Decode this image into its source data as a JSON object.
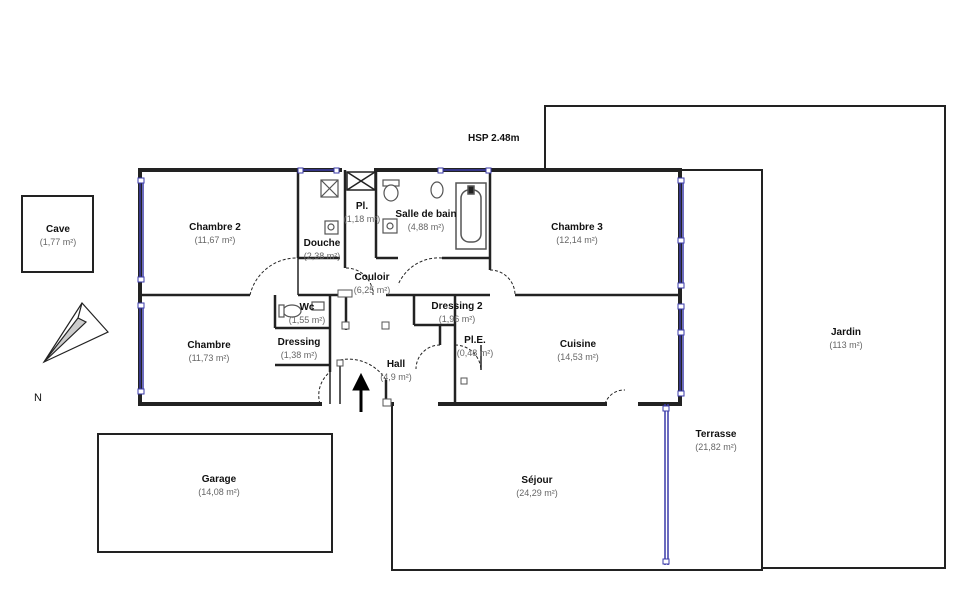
{
  "plan": {
    "ceiling_height": "HSP 2.48m",
    "north_label": "N",
    "rooms": [
      {
        "id": "cave",
        "name": "Cave",
        "area": "(1,77 m²)"
      },
      {
        "id": "chambre2",
        "name": "Chambre 2",
        "area": "(11,67 m²)"
      },
      {
        "id": "douche",
        "name": "Douche",
        "area": "(2,38 m²)"
      },
      {
        "id": "placard",
        "name": "Pl.",
        "area": "(1,18 m²)"
      },
      {
        "id": "sdb",
        "name": "Salle de bain",
        "area": "(4,88 m²)"
      },
      {
        "id": "chambre3",
        "name": "Chambre 3",
        "area": "(12,14 m²)"
      },
      {
        "id": "couloir",
        "name": "Couloir",
        "area": "(6,25 m²)"
      },
      {
        "id": "wc",
        "name": "Wc",
        "area": "(1,55 m²)"
      },
      {
        "id": "dressing2",
        "name": "Dressing 2",
        "area": "(1,96 m²)"
      },
      {
        "id": "chambre",
        "name": "Chambre",
        "area": "(11,73 m²)"
      },
      {
        "id": "dressing",
        "name": "Dressing",
        "area": "(1,38 m²)"
      },
      {
        "id": "ple",
        "name": "Pl.E.",
        "area": "(0,48 m²)"
      },
      {
        "id": "cuisine",
        "name": "Cuisine",
        "area": "(14,53 m²)"
      },
      {
        "id": "hall",
        "name": "Hall",
        "area": "(4,9 m²)"
      },
      {
        "id": "jardin",
        "name": "Jardin",
        "area": "(113 m²)"
      },
      {
        "id": "terrasse",
        "name": "Terrasse",
        "area": "(21,82 m²)"
      },
      {
        "id": "garage",
        "name": "Garage",
        "area": "(14,08 m²)"
      },
      {
        "id": "sejour",
        "name": "Séjour",
        "area": "(24,29 m²)"
      }
    ]
  },
  "colors": {
    "wall": "#222222",
    "window": "#3a3aa8",
    "fixture": "#555555",
    "room_name": "#111111",
    "room_area": "#666666"
  }
}
